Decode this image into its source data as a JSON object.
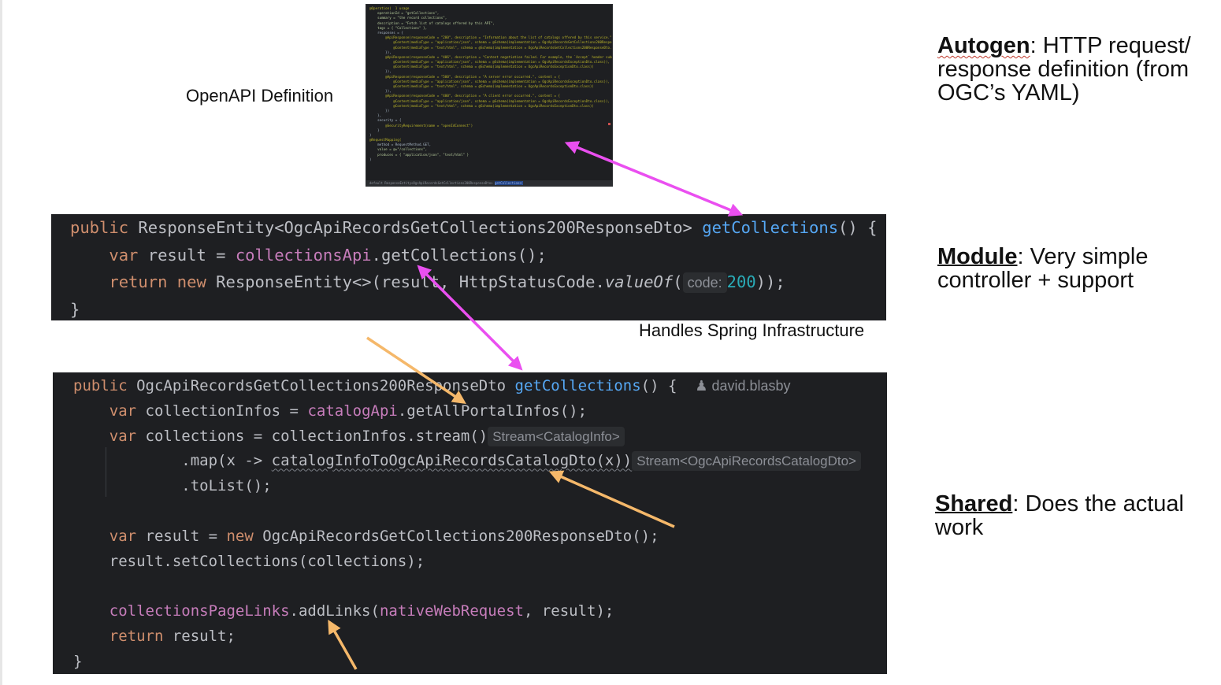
{
  "captions": {
    "openapi": "OpenAPI Definition",
    "spring": "Handles Spring Infrastructure"
  },
  "notes": {
    "autogen": {
      "keyword": "Autogen",
      "line1": ": HTTP request/",
      "line2": "response definition (from",
      "line3": "OGC’s YAML)"
    },
    "module": {
      "keyword": "Module",
      "line1": ": Very simple",
      "line2": "controller + support"
    },
    "shared": {
      "keyword": "Shared",
      "line1": ": Does the actual",
      "line2": "work"
    }
  },
  "openapi_thumbnail": {
    "lines": [
      "@Operation(  1 usage",
      "    operationId = \"getCollections\",",
      "    summary = \"the record collections\",",
      "    description = \"Fetch list of catalogs offered by this API\",",
      "    tags = { \"Collections\" },",
      "    responses = {",
      "        @ApiResponse(responseCode = \"200\", description = \"Information about the list of catalogs offered by this service.\", content",
      "            @Content(mediaType = \"application/json\", schema = @Schema(implementation = OgcApiRecordsGetCollections200ResponseDto.c",
      "            @Content(mediaType = \"text/html\", schema = @Schema(implementation = OgcApiRecordsGetCollections200ResponseDto.class))",
      "        }),",
      "        @ApiResponse(responseCode = \"406\", description = \"Content negotiation failed. For example, the `Accept` header submitted i",
      "            @Content(mediaType = \"application/json\", schema = @Schema(implementation = OgcApiRecordsExceptionDto.class)),",
      "            @Content(mediaType = \"text/html\", schema = @Schema(implementation = OgcApiRecordsExceptionDto.class))",
      "        }),",
      "        @ApiResponse(responseCode = \"500\", description = \"A server error occurred.\", content = {",
      "            @Content(mediaType = \"application/json\", schema = @Schema(implementation = OgcApiRecordsExceptionDto.class)),",
      "            @Content(mediaType = \"text/html\", schema = @Schema(implementation = OgcApiRecordsExceptionDto.class))",
      "        }),",
      "        @ApiResponse(responseCode = \"400\", description = \"A client error occurred.\", content = {",
      "            @Content(mediaType = \"application/json\", schema = @Schema(implementation = OgcApiRecordsExceptionDto.class)),",
      "            @Content(mediaType = \"text/html\", schema = @Schema(implementation = OgcApiRecordsExceptionDto.class))",
      "        })",
      "    },",
      "    security = {",
      "        @SecurityRequirement(name = \"openIdConnect\")",
      "    }",
      ")",
      "@RequestMapping(",
      "    method = RequestMethod.GET,",
      "    value = @=\"/collections\",",
      "    produces = { \"application/json\", \"text/html\" }",
      ")"
    ],
    "footer_text": "default ResponseEntity<OgcApiRecordsGetCollections200ResponseDto> ",
    "footer_method": "getCollections("
  },
  "controller_code": {
    "l1_kw": "public ",
    "l1_type": "ResponseEntity<OgcApiRecordsGetCollections200ResponseDto> ",
    "l1_fn": "getCollections",
    "l1_end": "() {",
    "l2_kw": "var ",
    "l2_a": "result = ",
    "l2_field": "collectionsApi",
    "l2_b": ".getCollections();",
    "l3_kw1": "return ",
    "l3_kw2": "new ",
    "l3_a": "ResponseEntity<>(result, HttpStatusCode.",
    "l3_it": "valueOf",
    "l3_b": "(",
    "l3_hint": "code:",
    "l3_num": "200",
    "l3_c": "));",
    "l4": "}"
  },
  "shared_code": {
    "l1_kw": "public ",
    "l1_type": "OgcApiRecordsGetCollections200ResponseDto ",
    "l1_fn": "getCollections",
    "l1_end": "() {",
    "l1_author": "david.blasby",
    "l2_kw": "var ",
    "l2_a": "collectionInfos = ",
    "l2_field": "catalogApi",
    "l2_b": ".getAllPortalInfos();",
    "l3_kw": "var ",
    "l3_a": "collections = collectionInfos.stream()",
    "l3_hint": "Stream<CatalogInfo>",
    "l4_a": ".map(x -> ",
    "l4_wavy": "catalogInfoToOgcApiRecordsCatalogDto(x))",
    "l4_hint": "Stream<OgcApiRecordsCatalogDto>",
    "l5": ".toList();",
    "l7_kw1": "var ",
    "l7_a": "result = ",
    "l7_kw2": "new ",
    "l7_b": "OgcApiRecordsGetCollections200ResponseDto();",
    "l8": "result.setCollections(collections);",
    "l10_field1": "collectionsPageLinks",
    "l10_a": ".addLinks(",
    "l10_field2": "nativeWebRequest",
    "l10_b": ", result);",
    "l11_kw": "return ",
    "l11_a": "result;",
    "l12": "}"
  },
  "colors": {
    "magenta_arrow": "#ea4ff0",
    "orange_arrow": "#f5b86a",
    "code_background": "#1e1f22"
  }
}
